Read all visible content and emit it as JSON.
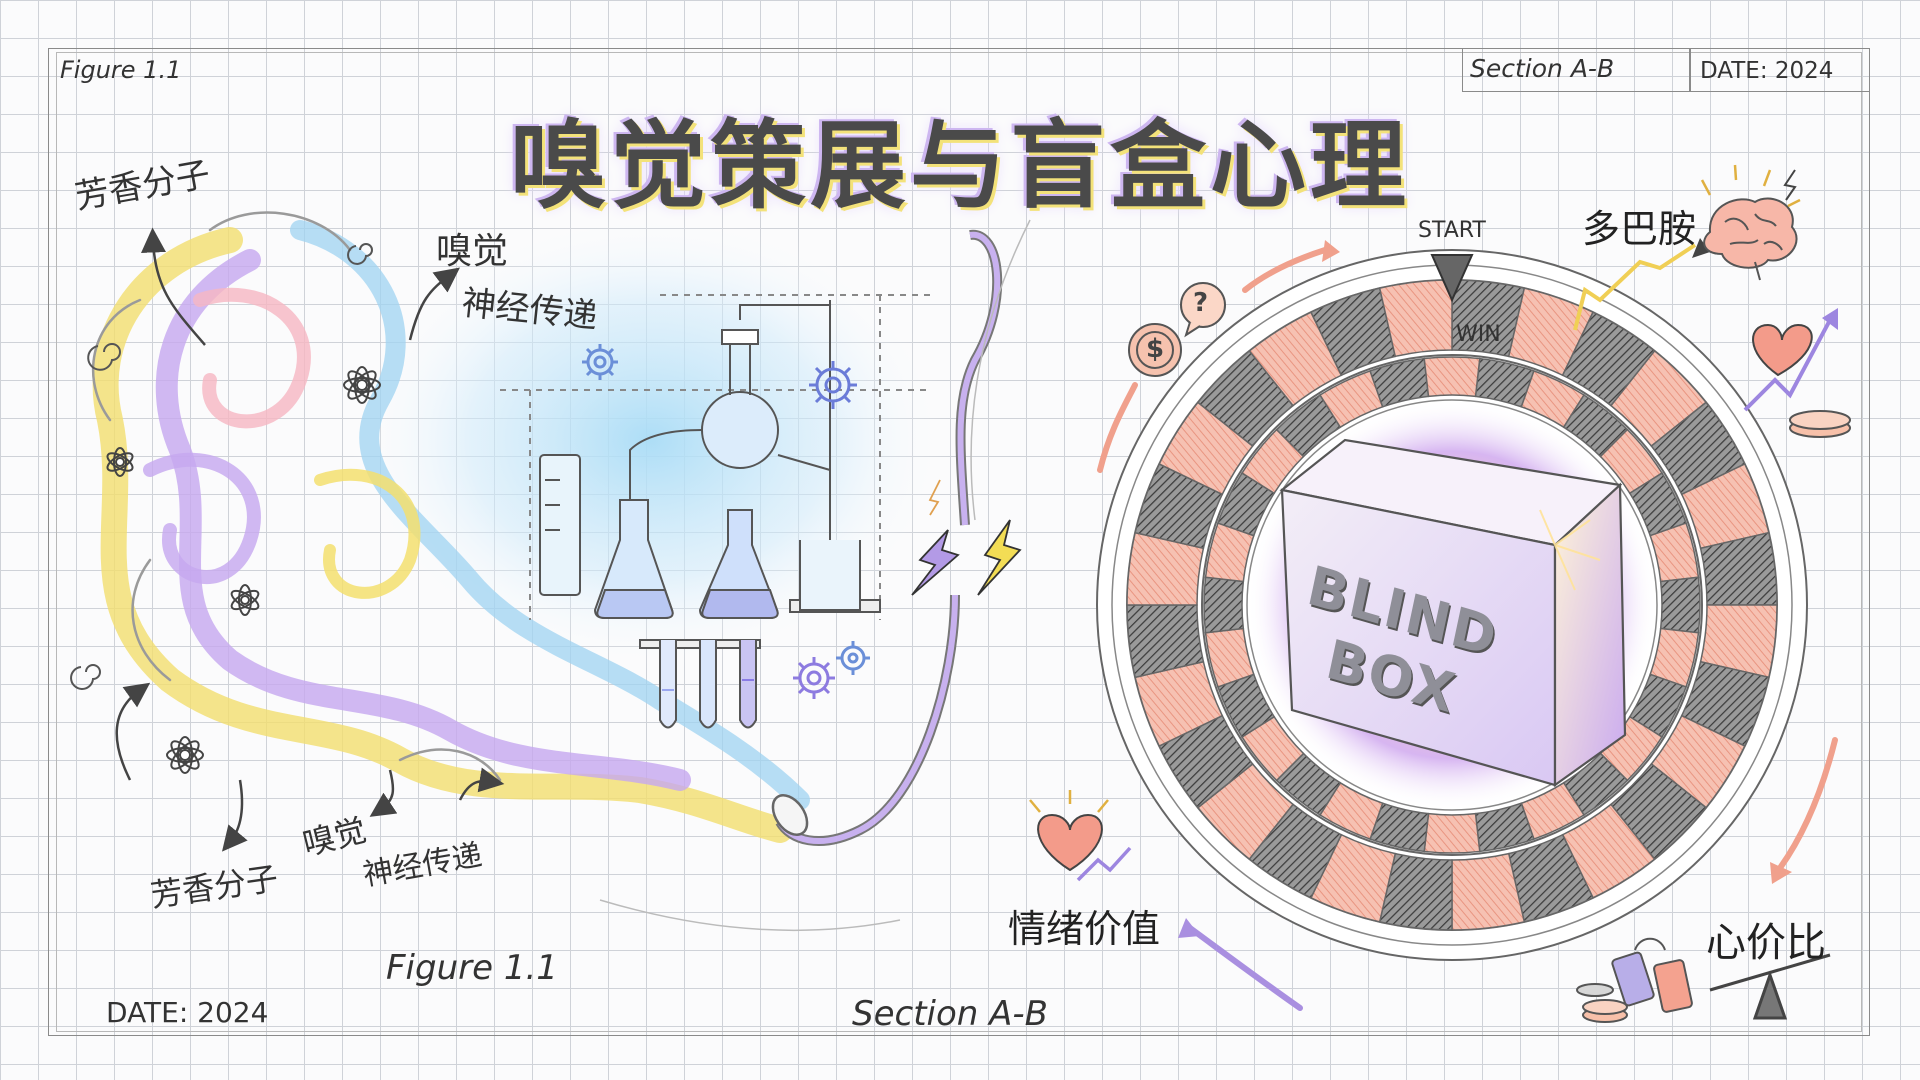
{
  "header": {
    "figure_label": "Figure 1.1",
    "section_label": "Section A-B",
    "date_label": "DATE: 2024"
  },
  "title": "嗅觉策展与盲盒心理",
  "left_panel": {
    "aroma_molecules_top": "芳香分子",
    "olfactory_top": "嗅觉",
    "neural_top": "神经传递",
    "aroma_molecules_bottom": "芳香分子",
    "olfactory_bottom": "嗅觉",
    "neural_bottom": "神经传递"
  },
  "right_panel": {
    "start_label": "START",
    "win_label": "WIN",
    "box_line1": "BLIND",
    "box_line2": "BOX",
    "dopamine": "多巴胺",
    "emotional_value": "情绪价值",
    "cost_performance": "心价比",
    "question_mark": "?",
    "coin_symbol": "$"
  },
  "footer": {
    "figure_label": "Figure 1.1",
    "date_label": "DATE: 2024",
    "section_label": "Section A-B"
  },
  "colors": {
    "accent_salmon": "#f0a08c",
    "accent_lavender": "#b79be8",
    "accent_yellow": "#f3df6e",
    "accent_blue": "#9fd3f2",
    "ink": "#2c2c2c"
  }
}
